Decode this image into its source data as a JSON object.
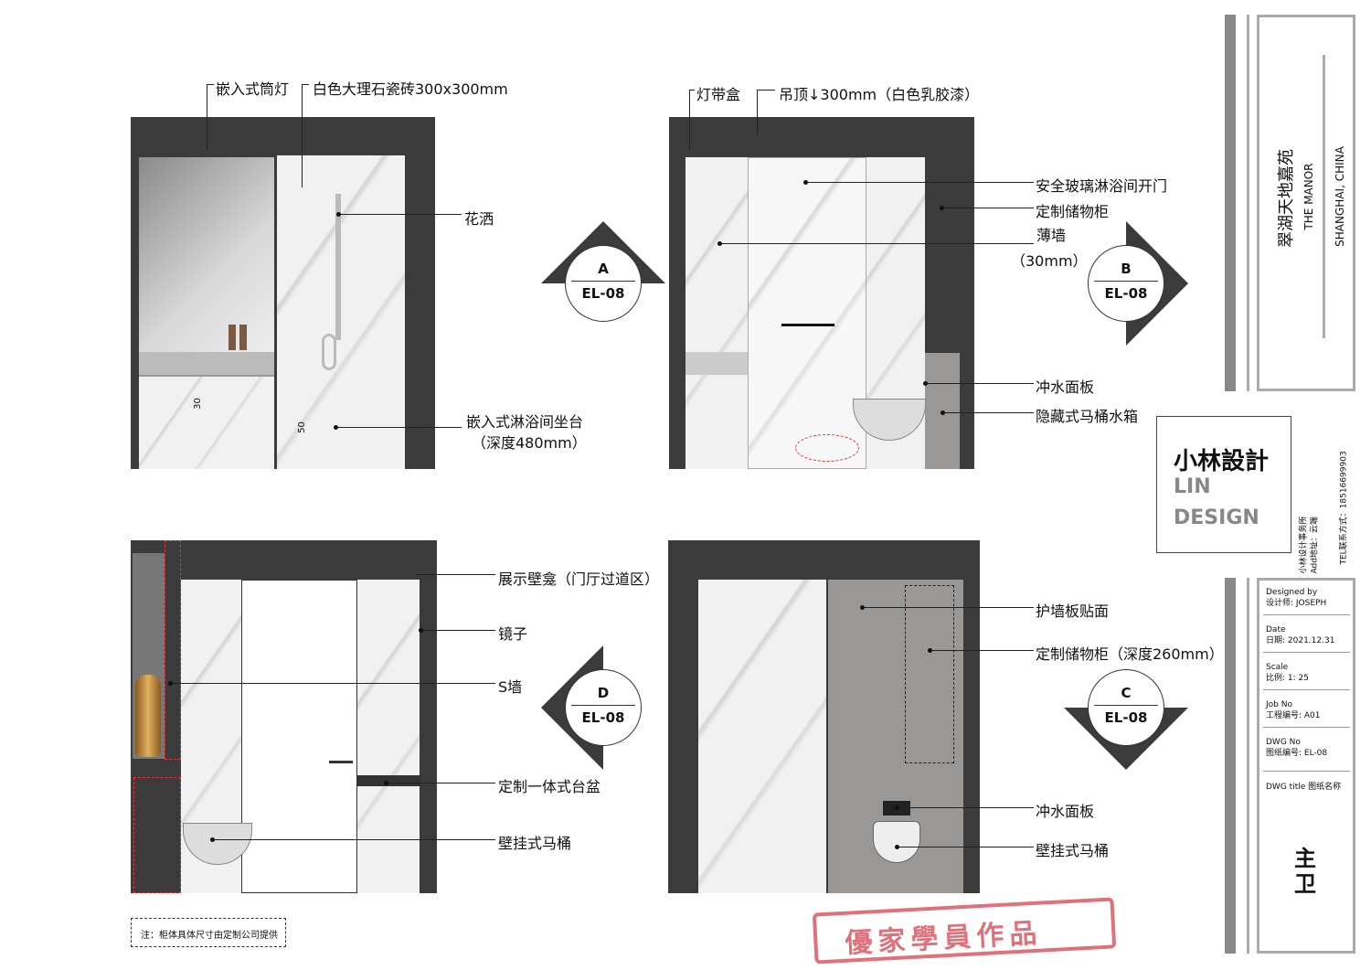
{
  "elevation1": {
    "labels": [
      "嵌入式筒灯",
      "白色大理石瓷砖300x300mm",
      "花洒",
      "嵌入式淋浴间坐台",
      "（深度480mm）"
    ],
    "dims": [
      "30",
      "50"
    ]
  },
  "elevation2": {
    "labels": [
      "灯带盒",
      "吊顶↓300mm（白色乳胶漆）",
      "安全玻璃淋浴间开门",
      "定制储物柜",
      "薄墙",
      "（30mm）",
      "冲水面板",
      "隐藏式马桶水箱"
    ]
  },
  "elevation3": {
    "labels": [
      "展示壁龛（门厅过道区）",
      "镜子",
      "S墙",
      "定制一体式台盆",
      "壁挂式马桶"
    ]
  },
  "elevation4": {
    "labels": [
      "护墙板贴面",
      "定制储物柜（深度260mm）",
      "冲水面板",
      "壁挂式马桶"
    ]
  },
  "markers": [
    {
      "letter": "A",
      "code": "EL-08"
    },
    {
      "letter": "B",
      "code": "EL-08"
    },
    {
      "letter": "D",
      "code": "EL-08"
    },
    {
      "letter": "C",
      "code": "EL-08"
    }
  ],
  "note": "注：柜体具体尺寸由定制公司提供",
  "project": {
    "cn": "翠湖天地嘉苑",
    "en": "THE MANOR",
    "city": "SHANGHAI, CHINA"
  },
  "logo": {
    "cn": "小林設計",
    "en1": "LIN",
    "en2": "DESIGN",
    "info": [
      "小林设计事务所",
      "Add地址：云端",
      "TEL联系方式：18516699903"
    ]
  },
  "titleblock": [
    {
      "en": "Designed by",
      "cn": "设计师: JOSEPH"
    },
    {
      "en": "Date",
      "cn": "日期: 2021.12.31"
    },
    {
      "en": "Scale",
      "cn": "比例: 1:  25"
    },
    {
      "en": "Job No",
      "cn": "工程编号: A01"
    },
    {
      "en": "DWG No",
      "cn": "图纸编号: EL-08"
    },
    {
      "en": "DWG title",
      "cn": "图纸名称"
    }
  ],
  "dwg_title": "主卫",
  "stamp": "優家學員作品",
  "colors": {
    "wall": "#3b3b3b",
    "stamp": "#e0707a",
    "panel": "#9a9896"
  }
}
